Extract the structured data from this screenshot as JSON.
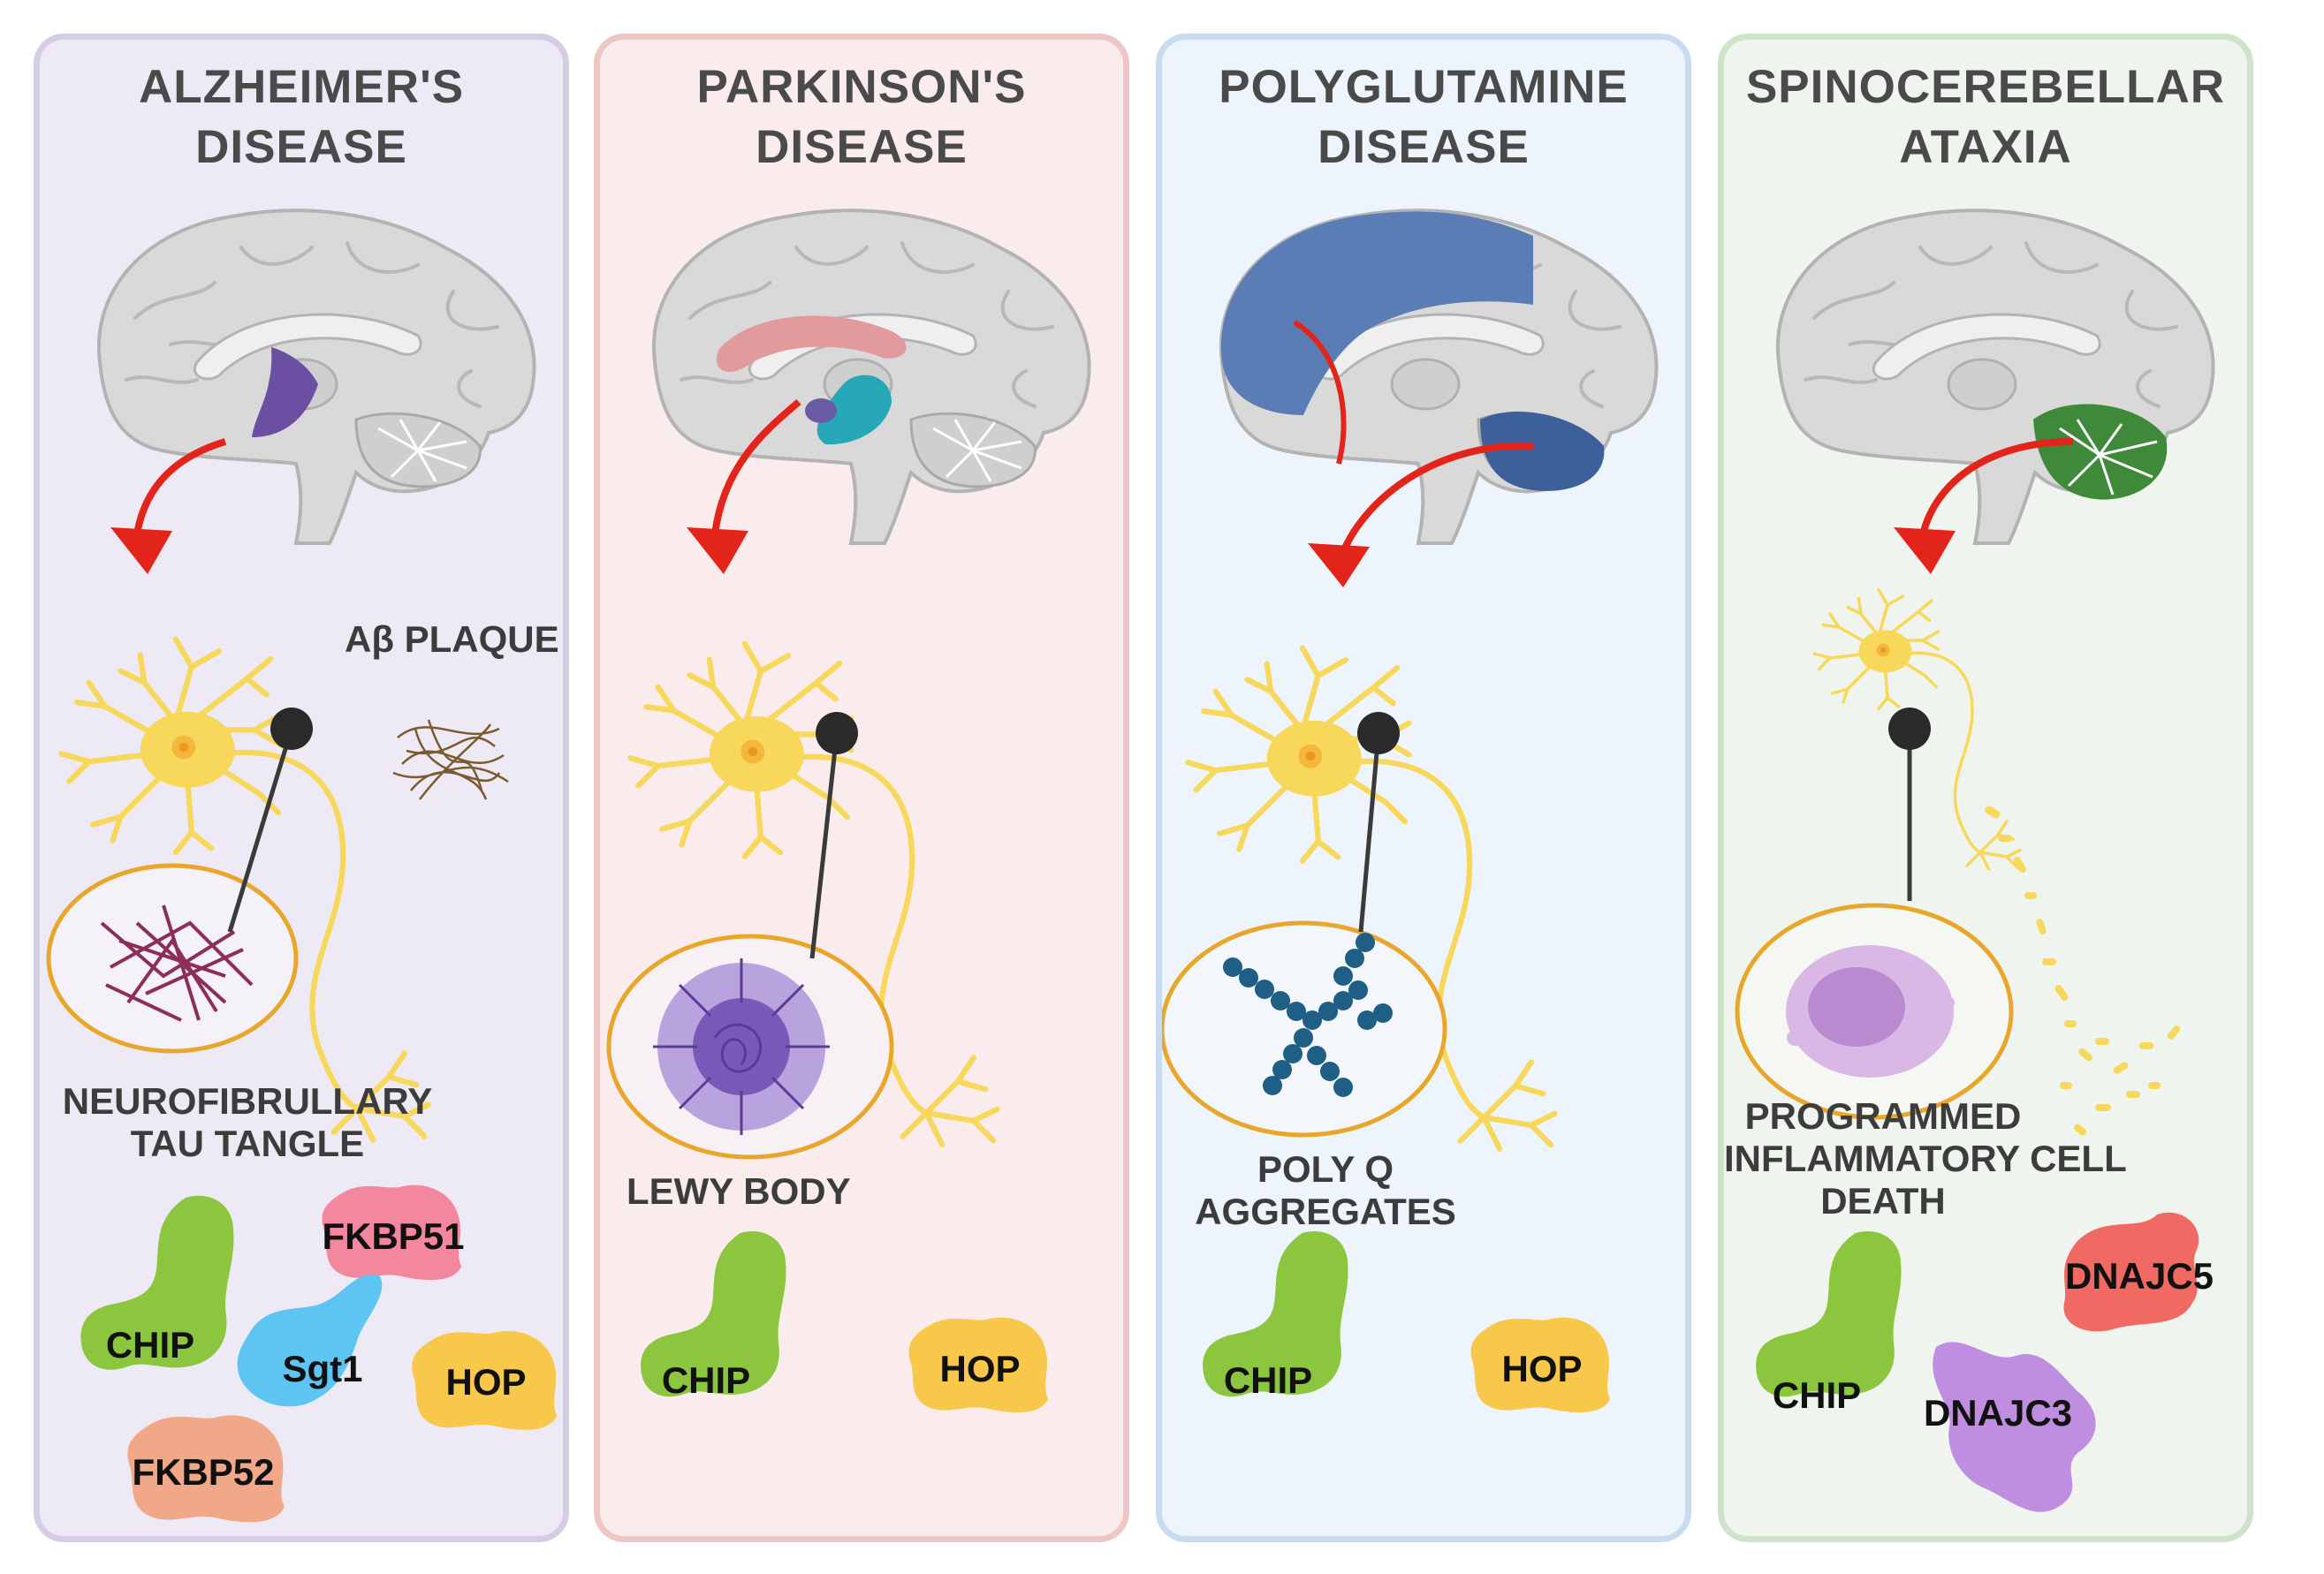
{
  "panels": [
    {
      "title": [
        "ALZHEIMER'S",
        "DISEASE"
      ],
      "bg": "#eeeaf5",
      "border": "#d5cce6",
      "region_color": "#6a4fa3",
      "labels": {
        "plaque": "Aβ PLAQUE",
        "inclusion": [
          "NEUROFIBRULLARY",
          "TAU TANGLE"
        ]
      },
      "proteins": [
        "CHIP",
        "FKBP51",
        "Sgt1",
        "HOP",
        "FKBP52"
      ]
    },
    {
      "title": [
        "PARKINSON'S",
        "DISEASE"
      ],
      "bg": "#faecec",
      "border": "#eec6c6",
      "region_color": "#e39a9c",
      "labels": {
        "inclusion": [
          "LEWY BODY"
        ]
      },
      "proteins": [
        "CHIP",
        "HOP"
      ]
    },
    {
      "title": [
        "POLYGLUTAMINE",
        "DISEASE"
      ],
      "bg": "#eef4fb",
      "border": "#c9dcef",
      "region_color": "#5b7db5",
      "labels": {
        "inclusion": [
          "POLY Q",
          "AGGREGATES"
        ]
      },
      "proteins": [
        "CHIP",
        "HOP"
      ]
    },
    {
      "title": [
        "SPINOCEREBELLAR",
        "ATAXIA"
      ],
      "bg": "#eff5ee",
      "border": "#cfe3cb",
      "region_color": "#3f8a3a",
      "labels": {
        "inclusion": [
          "PROGRAMMED",
          "INFLAMMATORY CELL",
          "DEATH"
        ]
      },
      "proteins": [
        "CHIP",
        "DNAJC5",
        "DNAJC3"
      ]
    }
  ],
  "colors": {
    "neuron": "#f7d85a",
    "arrow": "#e3241b",
    "CHIP": "#8cc63f",
    "HOP": "#f7c84a",
    "FKBP51": "#f2879e",
    "FKBP52": "#f0a888",
    "Sgt1": "#5ec5f2",
    "DNAJC5": "#f06a63",
    "DNAJC3": "#c08ee0",
    "tau": "#8c2d5a",
    "plaque": "#7a5a2e"
  }
}
